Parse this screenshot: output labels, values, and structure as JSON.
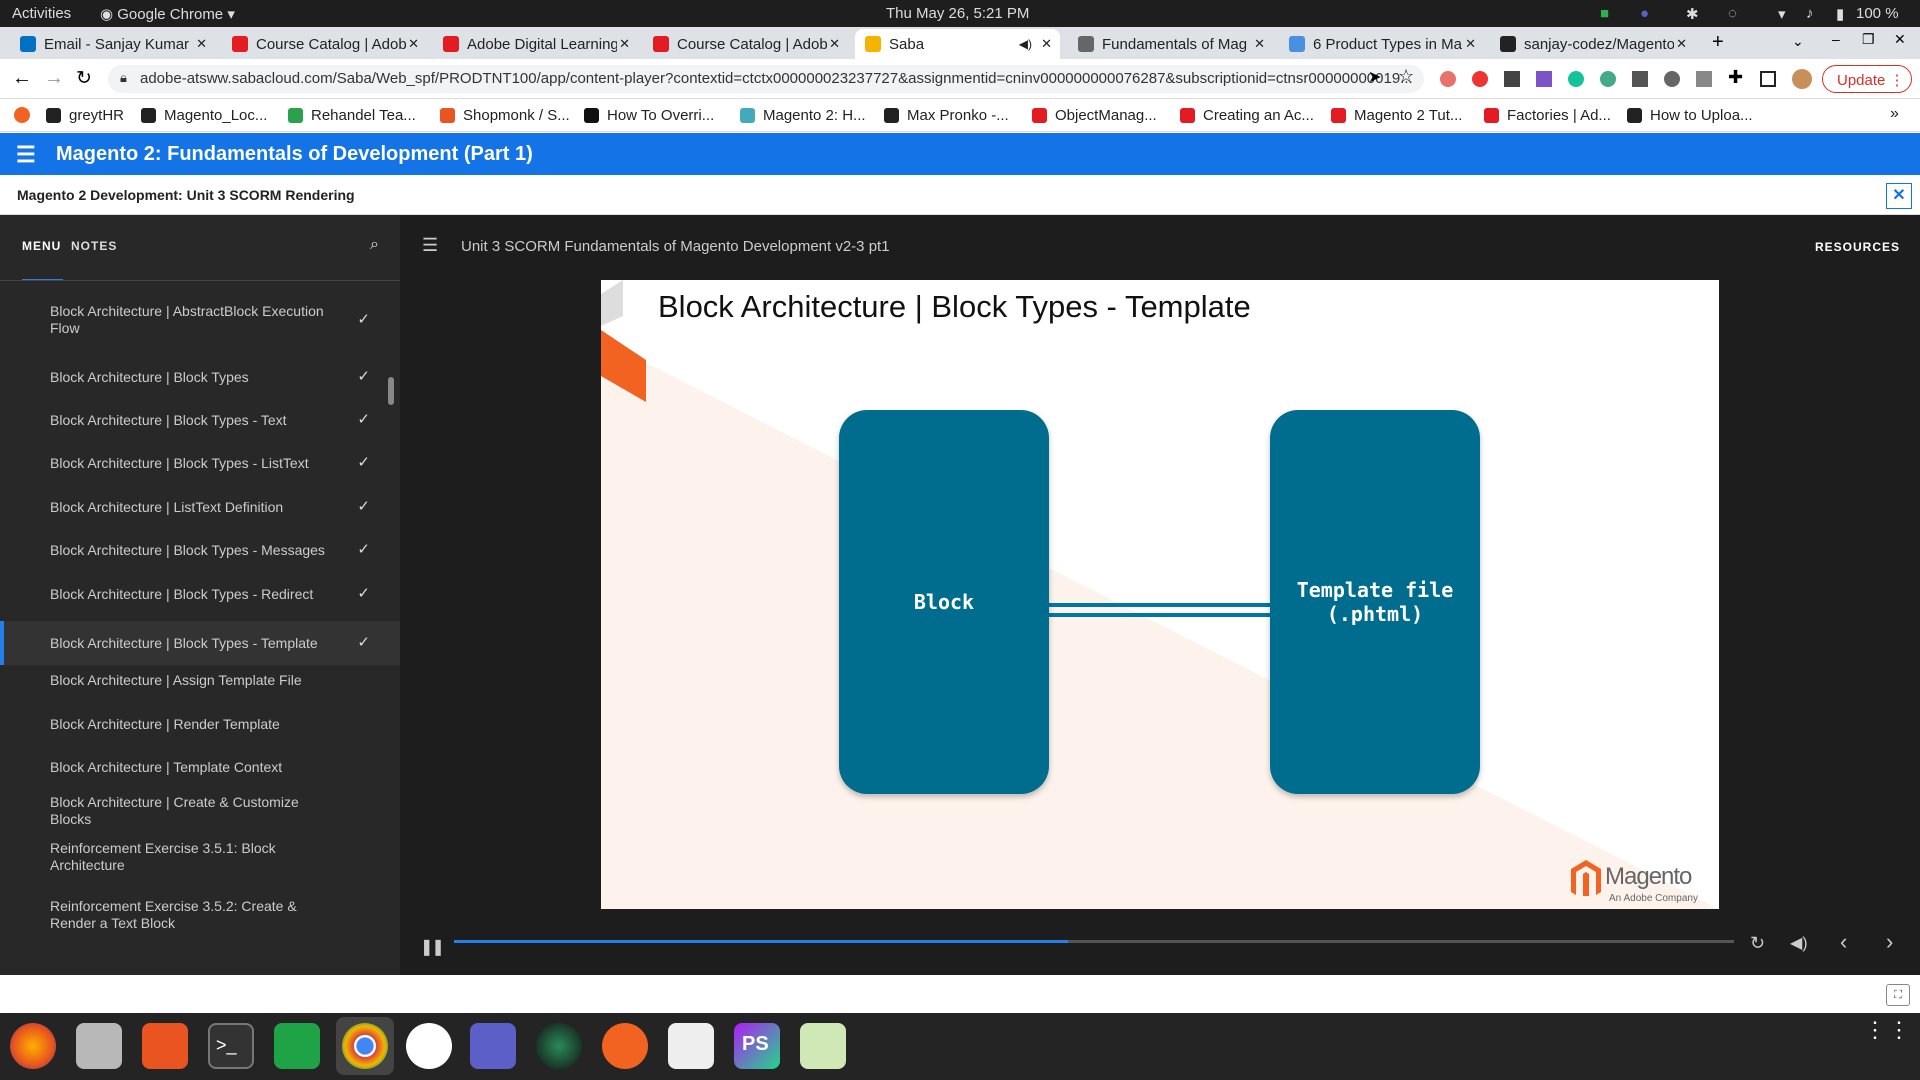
{
  "system": {
    "activities": "Activities",
    "app": "Google Chrome",
    "clock": "Thu May 26,  5:21 PM",
    "battery": "100 %"
  },
  "tabs": [
    {
      "label": "Email - Sanjay Kumar",
      "color": "#0072c6"
    },
    {
      "label": "Course Catalog | Adobe",
      "color": "#e31b23"
    },
    {
      "label": "Adobe Digital Learning",
      "color": "#e31b23"
    },
    {
      "label": "Course Catalog | Adobe",
      "color": "#e31b23"
    },
    {
      "label": "Saba",
      "color": "#f4b400"
    },
    {
      "label": "Fundamentals of Mag",
      "color": "#666666"
    },
    {
      "label": "6 Product Types in Ma",
      "color": "#4a90e2"
    },
    {
      "label": "sanjay-codez/Magento",
      "color": "#222222"
    }
  ],
  "address": {
    "url": "adobe-atsww.sabacloud.com/Saba/Web_spf/PRODTNT100/app/content-player?contextid=ctctx000000023237727&assignmentid=cninv000000000076287&subscriptionid=ctnsr00000000019...",
    "update": "Update"
  },
  "bookmarks": [
    "greytHR",
    "Magento_Loc...",
    "Rehandel Tea...",
    "Shopmonk / S...",
    "How To Overri...",
    "Magento 2: H...",
    "Max Pronko -...",
    "ObjectManag...",
    "Creating an Ac...",
    "Magento 2 Tut...",
    "Factories | Ad...",
    "How to Uploa..."
  ],
  "app": {
    "title": "Magento 2: Fundamentals of Development (Part 1)",
    "subtitle": "Magento 2 Development: Unit 3 SCORM Rendering"
  },
  "sidebar": {
    "menu": "MENU",
    "notes": "NOTES",
    "items": [
      {
        "label": "Block Architecture | AbstractBlock Execution Flow",
        "done": true
      },
      {
        "label": "Block Architecture | Block Types",
        "done": true
      },
      {
        "label": "Block Architecture | Block Types - Text",
        "done": true
      },
      {
        "label": "Block Architecture | Block Types - ListText",
        "done": true
      },
      {
        "label": "Block Architecture | ListText Definition",
        "done": true
      },
      {
        "label": "Block Architecture | Block Types - Messages",
        "done": true
      },
      {
        "label": "Block Architecture | Block Types - Redirect",
        "done": true
      },
      {
        "label": "Block Architecture | Block Types - Template",
        "done": true
      },
      {
        "label": "Block Architecture | Assign Template File",
        "done": false
      },
      {
        "label": "Block Architecture | Render Template",
        "done": false
      },
      {
        "label": "Block Architecture | Template Context",
        "done": false
      },
      {
        "label": "Block Architecture | Create & Customize Blocks",
        "done": false
      },
      {
        "label": "Reinforcement Exercise 3.5.1: Block Architecture",
        "done": false
      },
      {
        "label": "Reinforcement Exercise 3.5.2: Create & Render a Text Block",
        "done": false
      }
    ]
  },
  "player": {
    "title": "Unit 3 SCORM Fundamentals of Magento Development v2-3 pt1",
    "resources": "RESOURCES",
    "progress": 0.48
  },
  "slide": {
    "title": "Block Architecture | Block Types - Template",
    "left_box": "Block",
    "right_box_line1": "Template file",
    "right_box_line2": "(.phtml)",
    "logo_name": "Magento",
    "logo_sub": "An Adobe Company"
  }
}
